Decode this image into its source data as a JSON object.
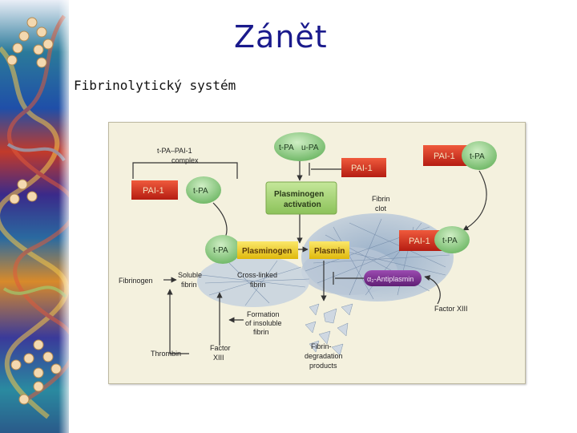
{
  "slide": {
    "title": "Zánět",
    "subtitle": "Fibrinolytický systém"
  },
  "colors": {
    "title": "#1a1a8c",
    "pai_red": "#d42a1c",
    "plasmin_yellow": "#f0d21a",
    "green_node": "#8cc984",
    "activation_box": "#a9d276",
    "inhibitor_purple": "#7a2a8e",
    "figure_bg": "#f4f1de"
  },
  "diagram": {
    "tpa_pai_complex_label_line1": "t-PA–PAI-1",
    "tpa_pai_complex_label_line2": "complex",
    "pai1": "PAI-1",
    "tpa": "t-PA",
    "upa": "u-PA",
    "plasminogen_activation_line1": "Plasminogen",
    "plasminogen_activation_line2": "activation",
    "plasminogen": "Plasminogen",
    "plasmin": "Plasmin",
    "fibrin_clot_line1": "Fibrin",
    "fibrin_clot_line2": "clot",
    "antiplasmin": "α₂-Antiplasmin",
    "fibrinogen": "Fibrinogen",
    "soluble_fibrin_line1": "Soluble",
    "soluble_fibrin_line2": "fibrin",
    "crosslinked_fibrin_line1": "Cross-linked",
    "crosslinked_fibrin_line2": "fibrin",
    "formation_line1": "Formation",
    "formation_line2": "of insoluble",
    "formation_line3": "fibrin",
    "thrombin": "Thrombin",
    "factor_xiii_line1": "Factor",
    "factor_xiii_line2": "XIII",
    "factor_xiii_right": "Factor XIII",
    "degradation_line1": "Fibrin-",
    "degradation_line2": "degradation",
    "degradation_line3": "products"
  }
}
